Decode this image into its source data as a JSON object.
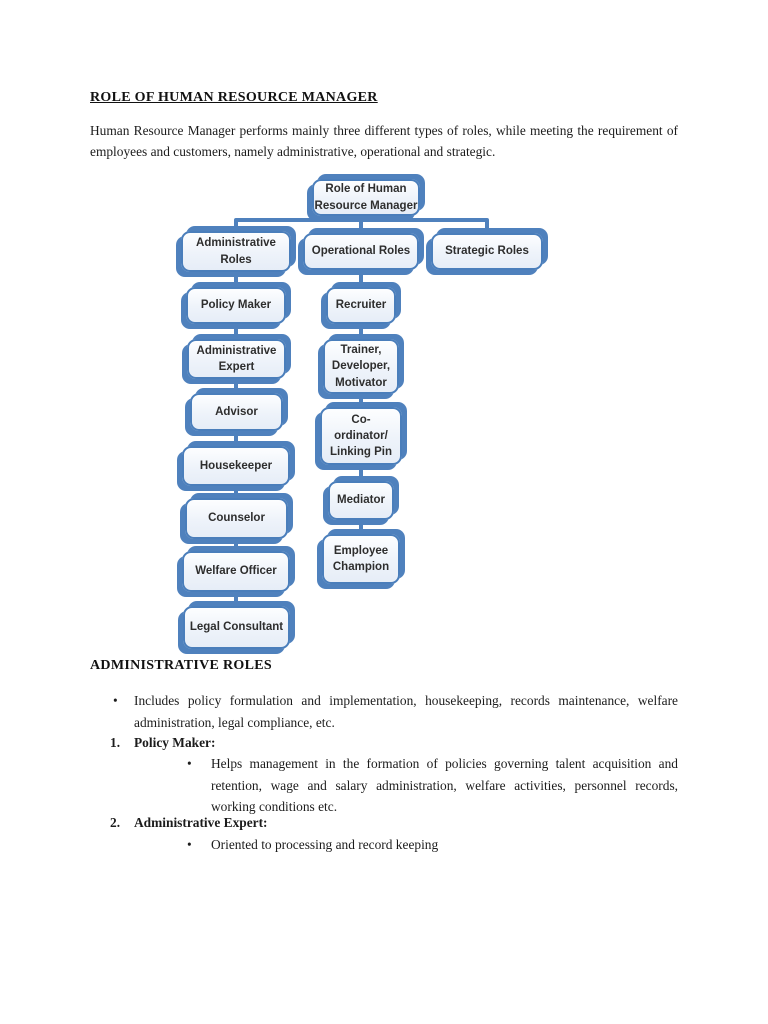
{
  "document": {
    "title": "ROLE OF HUMAN RESOURCE MANAGER",
    "intro": "Human Resource Manager performs mainly three different types of roles, while meeting the requirement of employees and customers, namely administrative, operational and strategic.",
    "section": {
      "heading": "ADMINISTRATIVE ROLES",
      "bullet1": "Includes policy formulation and implementation, housekeeping, records maintenance, welfare administration, legal compliance, etc.",
      "numbered_items": [
        {
          "number": "1.",
          "label": "Policy Maker:",
          "detail": "Helps management in the formation of policies governing talent acquisition and retention, wage and salary administration, welfare activities, personnel records, working conditions etc."
        },
        {
          "number": "2.",
          "label": "Administrative Expert:",
          "detail": "Oriented to processing and record keeping"
        }
      ]
    }
  },
  "markers": {
    "bullet": "•"
  },
  "org_chart": {
    "root": "Role of Human\nResource Manager",
    "branches": [
      {
        "label": "Administrative\nRoles",
        "children": [
          "Policy Maker",
          "Administrative\nExpert",
          "Advisor",
          "Housekeeper",
          "Counselor",
          "Welfare Officer",
          "Legal Consultant"
        ]
      },
      {
        "label": "Operational Roles",
        "children": [
          "Recruiter",
          "Trainer,\nDeveloper,\nMotivator",
          "Co-\nordinator/\nLinking Pin",
          "Mediator",
          "Employee\nChampion"
        ]
      },
      {
        "label": "Strategic Roles",
        "children": []
      }
    ],
    "colors": {
      "box_border": "#4a7ebb",
      "box_shadow": "#4f81bd",
      "box_fill": "#eef3fa",
      "connector": "#4f81bd",
      "box_text": "#2e2e2e"
    }
  }
}
